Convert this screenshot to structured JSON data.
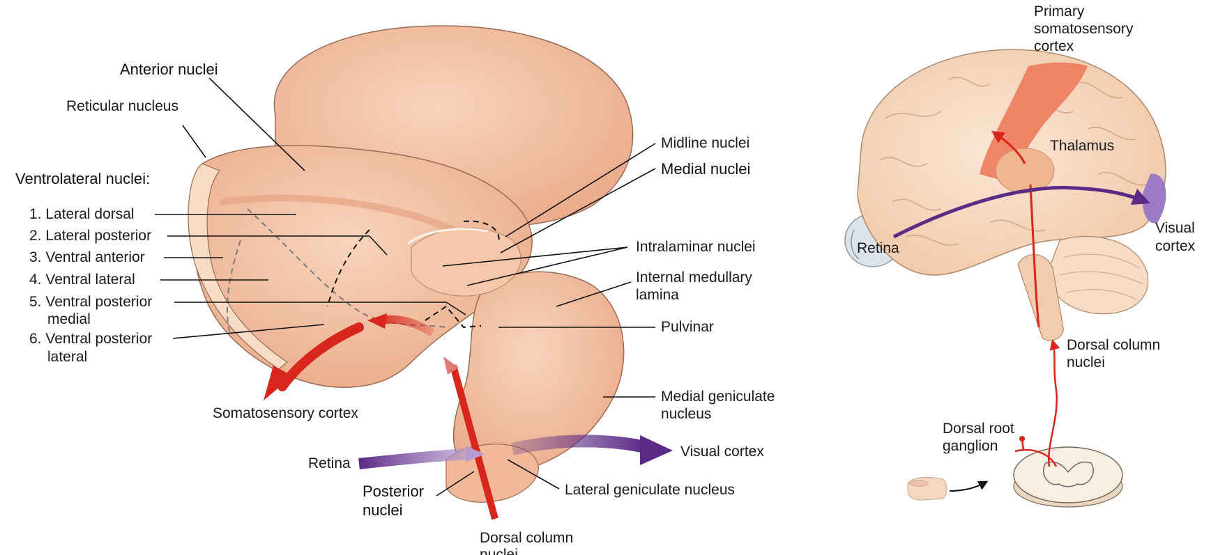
{
  "thalamus_panel": {
    "anterior_nuclei": "Anterior nuclei",
    "reticular_nucleus": "Reticular nucleus",
    "ventrolateral_heading": "Ventrolateral nuclei:",
    "ventrolateral_items": [
      "1. Lateral dorsal",
      "2. Lateral posterior",
      "3. Ventral anterior",
      "4. Ventral lateral",
      "5. Ventral posterior",
      "medial",
      "6. Ventral posterior",
      "lateral"
    ],
    "midline_nuclei": "Midline nuclei",
    "medial_nuclei": "Medial nuclei",
    "intralaminar_nuclei": "Intralaminar nuclei",
    "internal_medullary_lamina": [
      "Internal medullary",
      "lamina"
    ],
    "pulvinar": "Pulvinar",
    "medial_geniculate": [
      "Medial geniculate",
      "nucleus"
    ],
    "somatosensory_cortex": "Somatosensory cortex",
    "retina": "Retina",
    "visual_cortex": "Visual cortex",
    "posterior_nuclei": [
      "Posterior",
      "nuclei"
    ],
    "lateral_geniculate": "Lateral geniculate nucleus",
    "dorsal_column_nuclei": [
      "Dorsal column",
      "nuclei"
    ]
  },
  "brain_panel": {
    "primary_somatosensory_cortex": [
      "Primary",
      "somatosensory",
      "cortex"
    ],
    "thalamus": "Thalamus",
    "retina": "Retina",
    "visual_cortex": [
      "Visual",
      "cortex"
    ],
    "dorsal_column_nuclei": [
      "Dorsal column",
      "nuclei"
    ],
    "dorsal_root_ganglion": [
      "Dorsal root",
      "ganglion"
    ]
  },
  "colors": {
    "tissue": "#f4c3a4",
    "tissue_light": "#f7d3ba",
    "somatosensory_path": "#d9261c",
    "visual_path": "#5b2b86",
    "cortex_highlight": "#ee7a5c",
    "visual_cortex_highlight": "#9b7bc4"
  }
}
